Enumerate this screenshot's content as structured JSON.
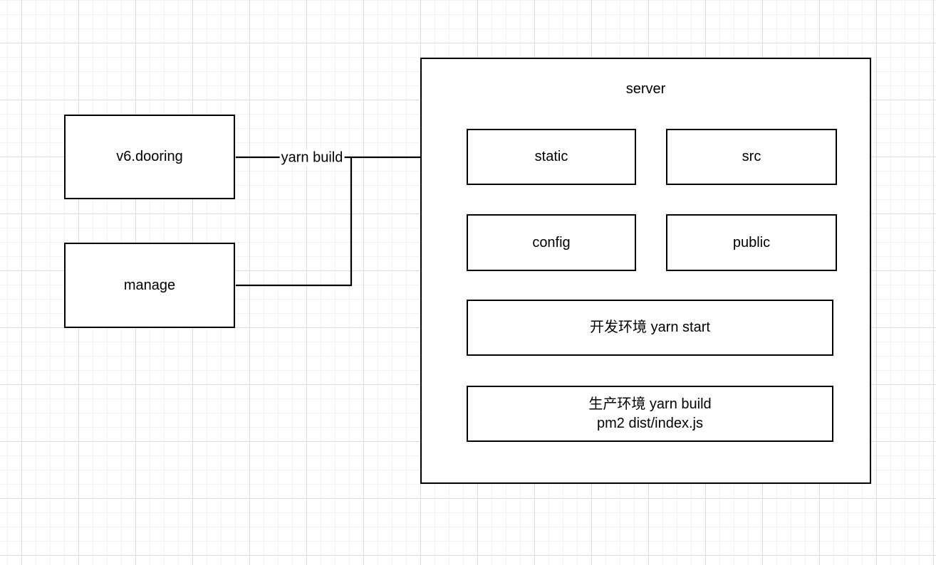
{
  "diagram": {
    "nodes": {
      "v6dooring": "v6.dooring",
      "manage": "manage",
      "server": "server",
      "static": "static",
      "src": "src",
      "config": "config",
      "public": "public",
      "dev_env": "开发环境 yarn start",
      "prod_env_line1": "生产环境 yarn build",
      "prod_env_line2": "pm2 dist/index.js"
    },
    "edge_labels": {
      "build": "yarn build"
    },
    "colors": {
      "stroke": "#000000",
      "node_fill": "#ffffff",
      "grid_minor": "#f2f2f4",
      "grid_major": "#dddde0",
      "canvas_background": "#ffffff"
    }
  }
}
